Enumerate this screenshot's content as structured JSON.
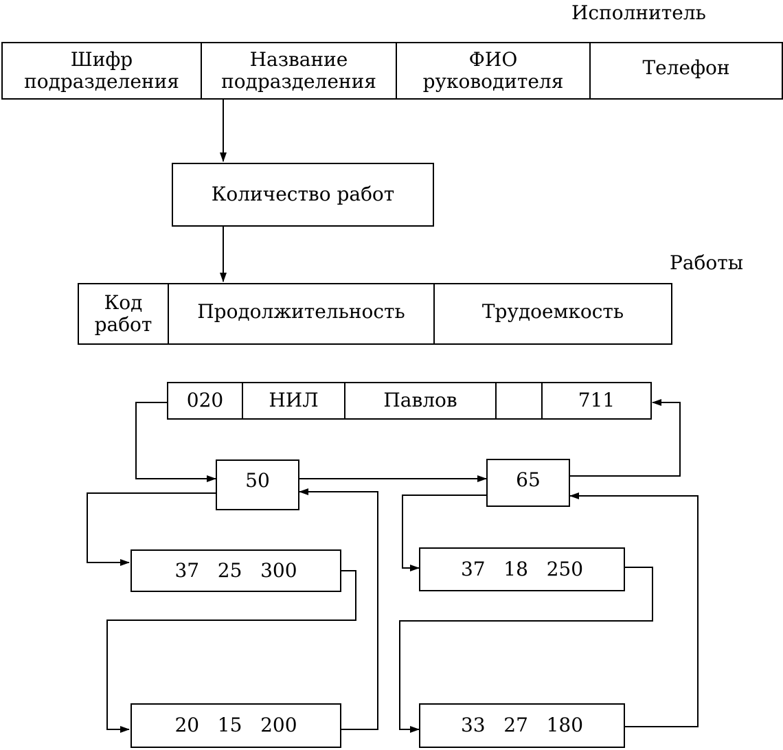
{
  "executor_record": {
    "title": "Исполнитель",
    "fields": [
      "Шифр\nподразделения",
      "Название\nподразделения",
      "ФИО\nруководителя",
      "Телефон"
    ]
  },
  "count_record": {
    "label": "Количество работ"
  },
  "works_record": {
    "title": "Работы",
    "fields": [
      "Код\nработ",
      "Продолжительность",
      "Трудоемкость"
    ]
  },
  "example": {
    "executor": [
      "020",
      "НИЛ",
      "Павлов",
      "",
      "711"
    ],
    "counts": [
      "50",
      "65"
    ],
    "works_left": [
      "37   25   300",
      "20   15   200"
    ],
    "works_right": [
      "37   18   250",
      "33   27   180"
    ]
  }
}
